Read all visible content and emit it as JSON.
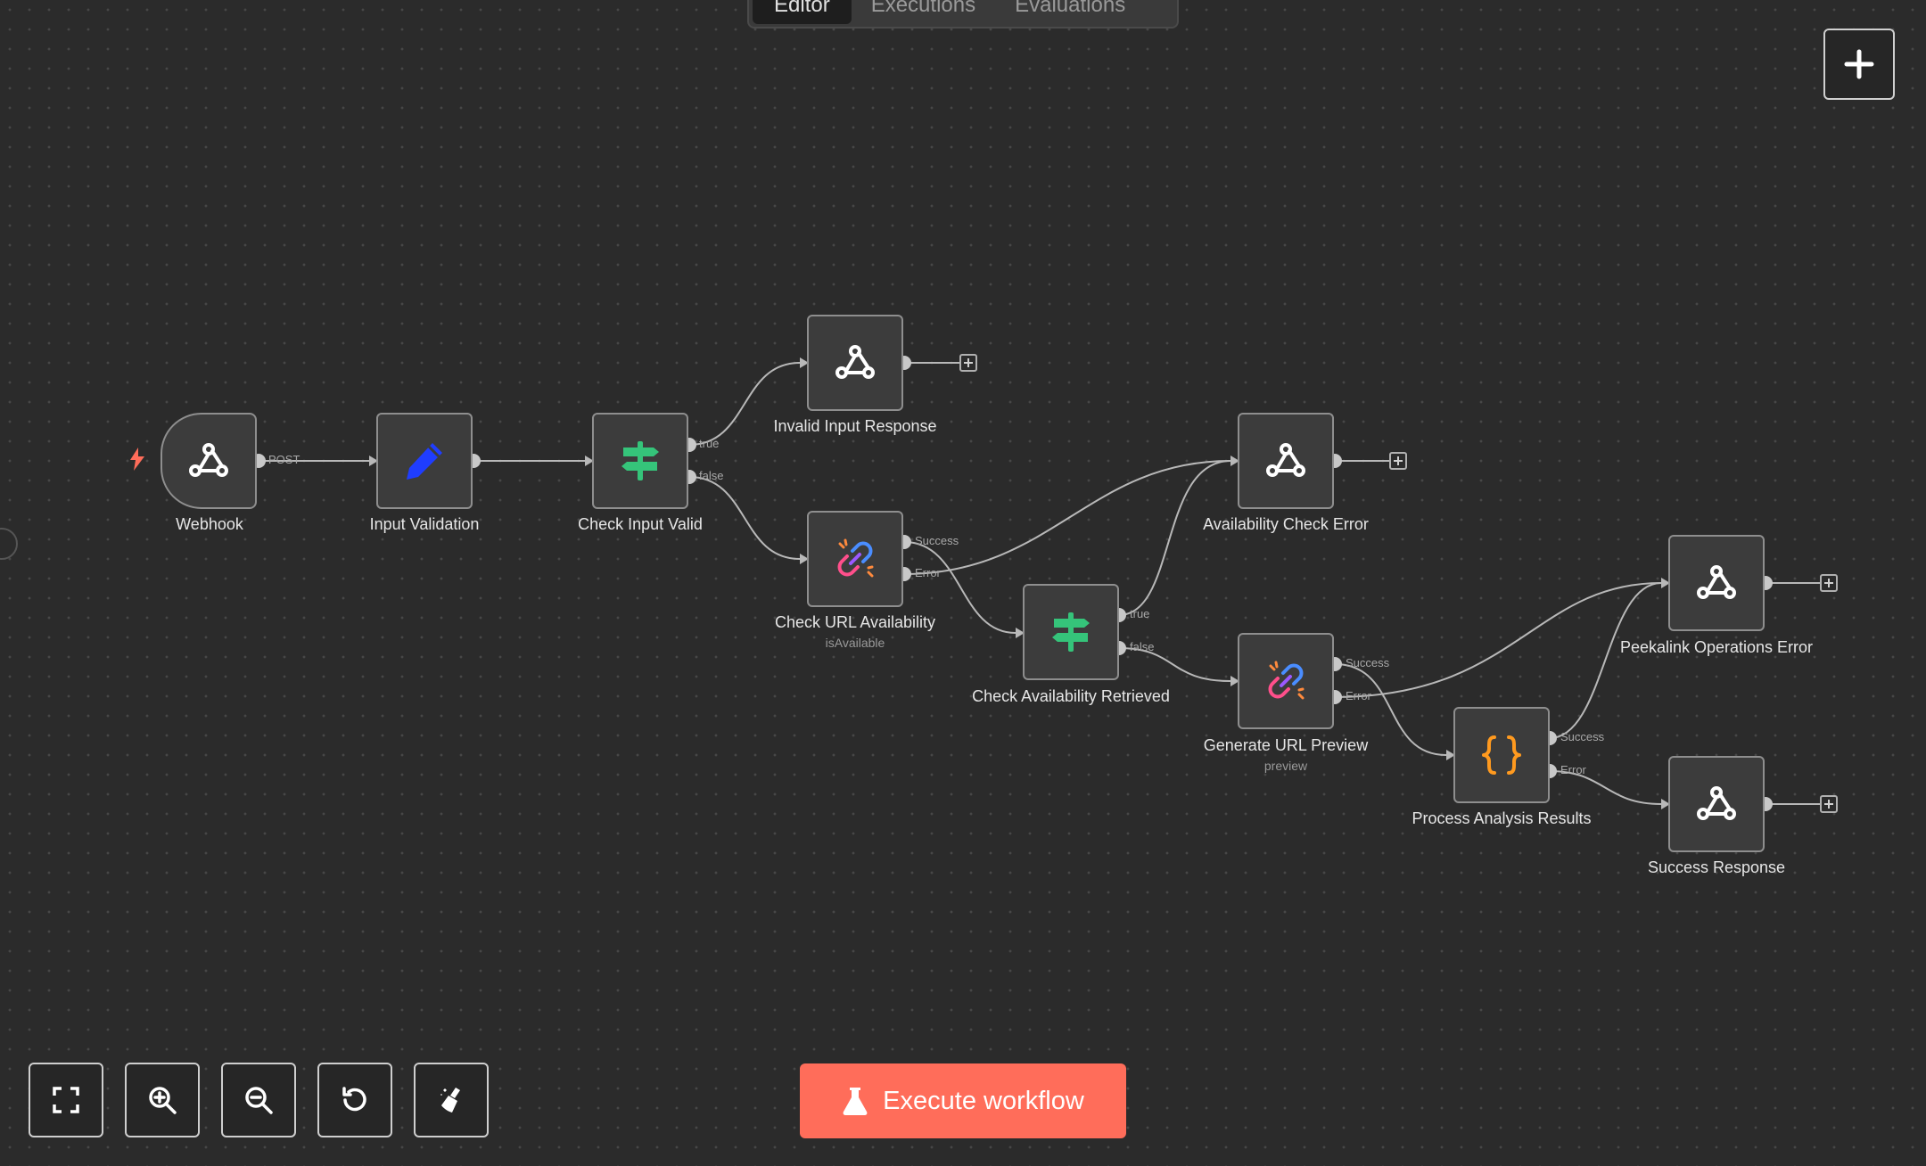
{
  "tabs": [
    {
      "label": "Editor",
      "active": true
    },
    {
      "label": "Executions",
      "active": false
    },
    {
      "label": "Evaluations",
      "active": false
    }
  ],
  "nodes": {
    "webhook": {
      "label": "Webhook",
      "icon": "webhook-icon"
    },
    "input_validation": {
      "label": "Input Validation",
      "icon": "pencil-icon"
    },
    "check_input_valid": {
      "label": "Check Input Valid",
      "icon": "signpost-icon"
    },
    "invalid_input_response": {
      "label": "Invalid Input Response",
      "icon": "webhook-icon"
    },
    "check_url_availability": {
      "label": "Check URL Availability",
      "sublabel": "isAvailable",
      "icon": "link-icon"
    },
    "check_availability_retrieved": {
      "label": "Check Availability Retrieved",
      "icon": "signpost-icon"
    },
    "availability_check_error": {
      "label": "Availability Check Error",
      "icon": "webhook-icon"
    },
    "generate_url_preview": {
      "label": "Generate URL Preview",
      "sublabel": "preview",
      "icon": "link-icon"
    },
    "process_analysis_results": {
      "label": "Process Analysis Results",
      "icon": "code-braces-icon"
    },
    "peekalink_operations_error": {
      "label": "Peekalink Operations Error",
      "icon": "webhook-icon"
    },
    "success_response": {
      "label": "Success Response",
      "icon": "webhook-icon"
    }
  },
  "ports": {
    "post": "POST",
    "true": "true",
    "false": "false",
    "success": "Success",
    "error": "Error"
  },
  "controls": [
    "fit-view-button",
    "zoom-in-button",
    "zoom-out-button",
    "reset-zoom-button",
    "tidy-up-button"
  ],
  "execute_button": {
    "label": "Execute workflow"
  },
  "colors": {
    "accent": "#ff6d5a",
    "canvas": "#2b2b2b",
    "node_bg": "#3c3c3c",
    "if_green": "#35c47a",
    "code_orange": "#ff9a1f",
    "pencil_blue": "#1f3dff"
  }
}
